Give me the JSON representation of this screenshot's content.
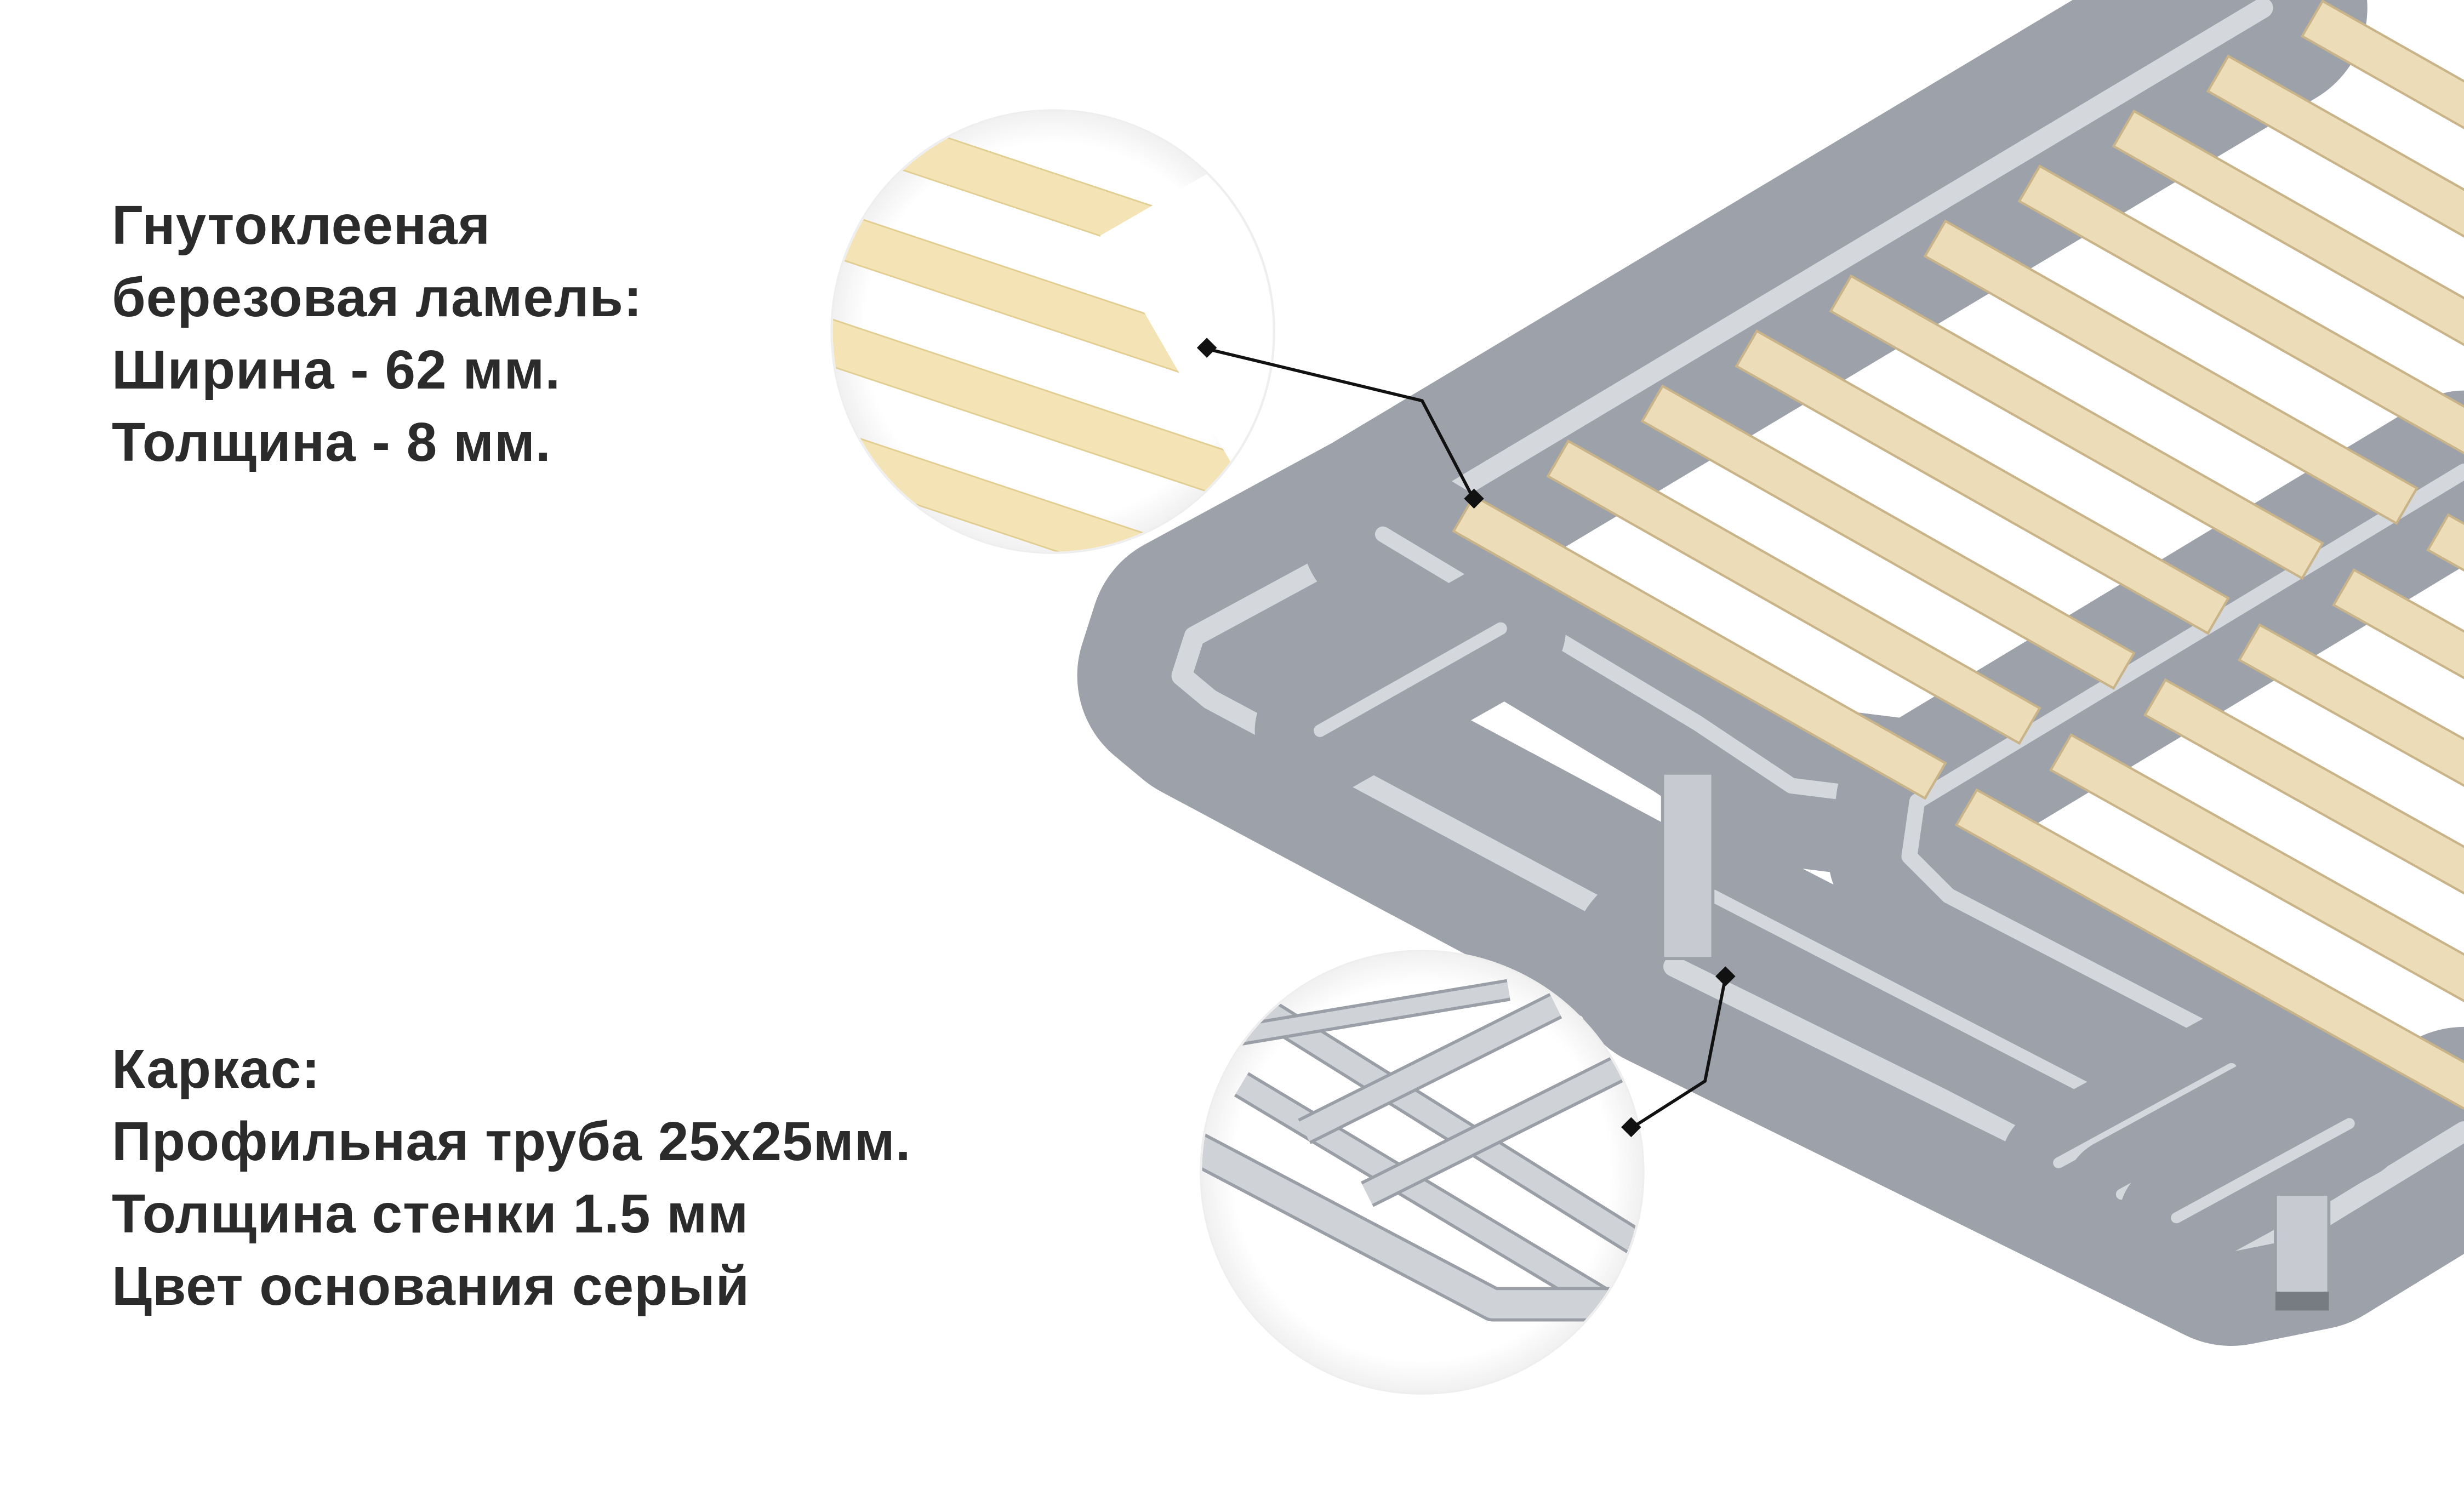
{
  "slat_spec": {
    "lines": [
      "Гнутоклееная",
      "березовая ламель:",
      "Ширина - 62 мм.",
      "Толщина - 8 мм."
    ]
  },
  "frame_spec": {
    "lines": [
      "Каркас:",
      "Профильная труба 25x25мм.",
      "Толщина стенки 1.5 мм",
      "Цвет основания серый"
    ]
  },
  "colors": {
    "text": "#2b2b2b",
    "slat": "#ecdcb8",
    "slat_edge": "#c9b389",
    "frame": "#d4d7dc",
    "frame_edge": "#9da2aa"
  }
}
